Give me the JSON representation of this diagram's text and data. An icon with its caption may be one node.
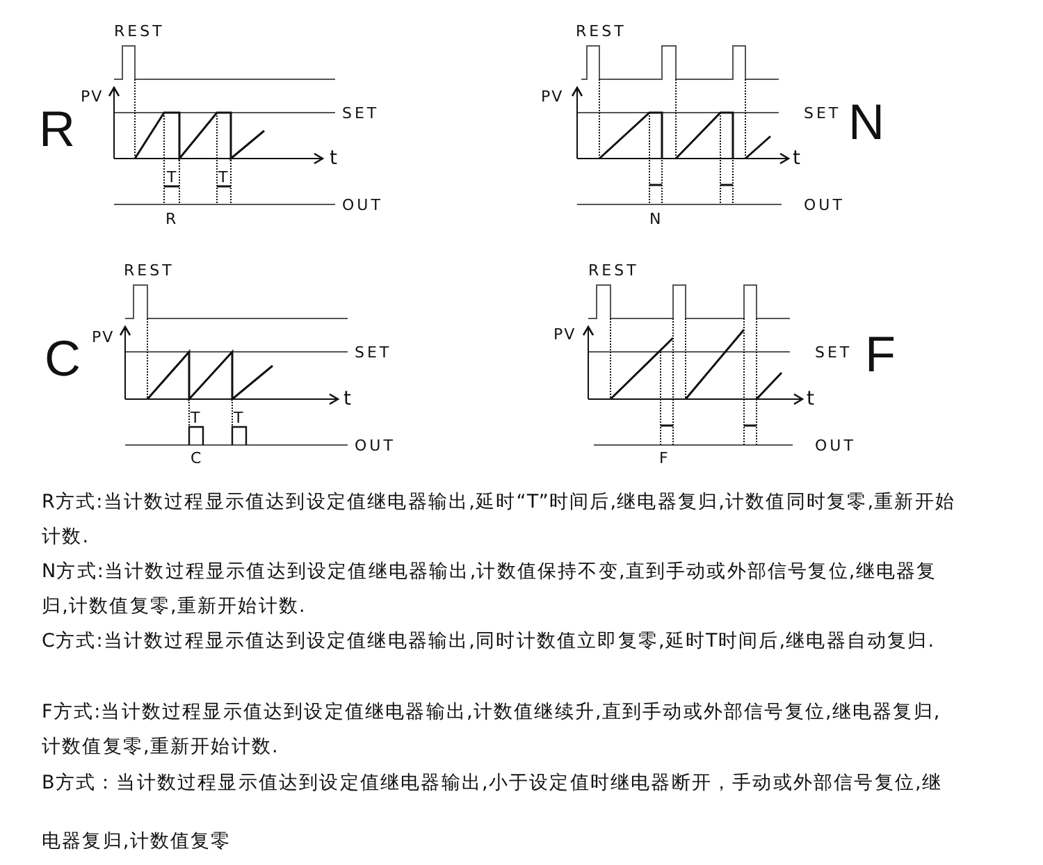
{
  "diagram": {
    "labels": [
      "REST",
      "PV",
      "SET",
      "R",
      "t",
      "T",
      "T",
      "R",
      "OUT",
      "REST",
      "PV",
      "SET",
      "N",
      "t",
      "N",
      "OUT",
      "REST",
      "PV",
      "C",
      "SET",
      "t",
      "T",
      "T",
      "C",
      "OUT",
      "REST",
      "PV",
      "SET",
      "F",
      "t",
      "F",
      "OUT",
      "R方式:当计数过程显示值达到设定值继电器输出,延时“T”时间后,继电器复归,计数值同时复零,重新开始计数.",
      "N方式:当计数过程显示值达到设定值继电器输出,计数值保持不变,直到手动或外部信号复位,继电器复归,计数值复零,重新开始计数.",
      "C方式:当计数过程显示值达到设定值继电器输出,同时计数值立即复零,延时T时间后,继电器自动复归.",
      "F方式:当计数过程显示值达到设定值继电器输出,计数值继续升,直到手动或外部信号复位,继电器复归,计数值复零,重新开始计数.",
      "B方式：当计数过程显示值达到设定值继电器输出,小于设定值时继电器断开，手动或外部信号复位,继电器复归,计数值复零"
    ]
  }
}
